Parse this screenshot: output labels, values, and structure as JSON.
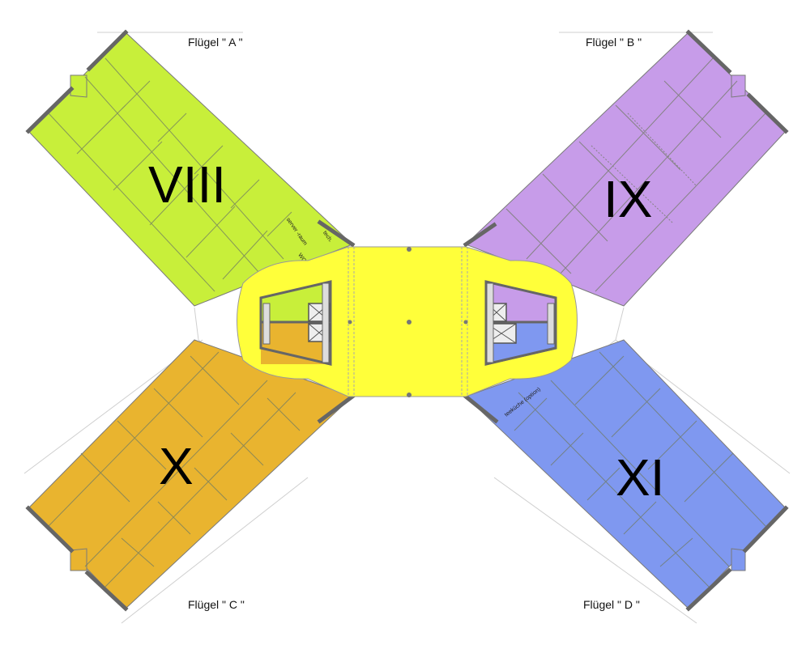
{
  "wings": {
    "a": {
      "title": "Flügel \" A \"",
      "number": "VIII",
      "color": "#c8ef3a"
    },
    "b": {
      "title": "Flügel \" B \"",
      "number": "IX",
      "color": "#c79ce9"
    },
    "c": {
      "title": "Flügel \" C \"",
      "number": "X",
      "color": "#e9b42f"
    },
    "d": {
      "title": "Flügel \" D \"",
      "number": "XI",
      "color": "#7f98f0"
    }
  },
  "core": {
    "color": "#ffff3a"
  },
  "rooms": {
    "server": "server -raum",
    "tech": "tech.",
    "wc": "WC",
    "teekueche": "teeküche (option)"
  }
}
